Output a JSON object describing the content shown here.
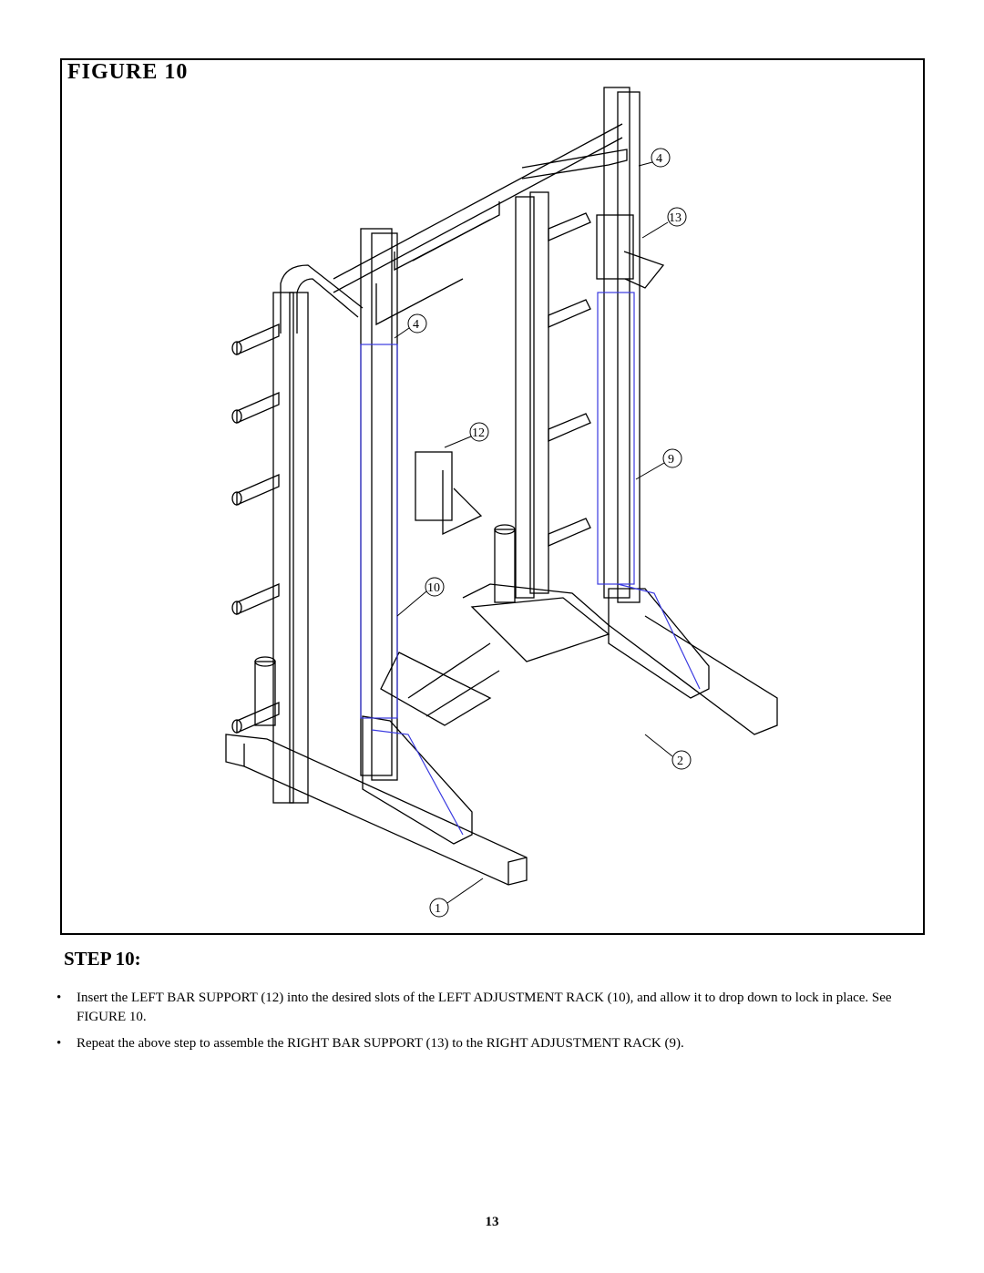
{
  "figure": {
    "title": "FIGURE 10",
    "callouts": [
      "4",
      "13",
      "4",
      "12",
      "9",
      "10",
      "2",
      "1"
    ]
  },
  "step": {
    "heading": "STEP 10:",
    "bullets": [
      "Insert the LEFT BAR SUPPORT (12) into the desired slots of the LEFT ADJUSTMENT RACK (10), and allow it to drop down to lock in place. See FIGURE 10.",
      "Repeat the above step to assemble the RIGHT BAR SUPPORT (13) to the RIGHT ADJUSTMENT RACK (9)."
    ],
    "bullet_symbol": "•"
  },
  "page_number": "13",
  "colors": {
    "line": "#000000",
    "highlight": "#3a3ae0"
  }
}
